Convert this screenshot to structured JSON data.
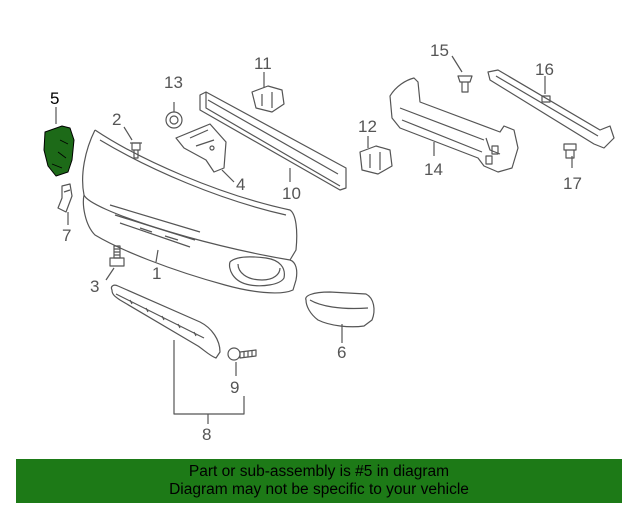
{
  "callouts": [
    {
      "id": "1",
      "label": "1"
    },
    {
      "id": "2",
      "label": "2"
    },
    {
      "id": "3",
      "label": "3"
    },
    {
      "id": "4",
      "label": "4"
    },
    {
      "id": "5",
      "label": "5"
    },
    {
      "id": "6",
      "label": "6"
    },
    {
      "id": "7",
      "label": "7"
    },
    {
      "id": "8",
      "label": "8"
    },
    {
      "id": "9",
      "label": "9"
    },
    {
      "id": "10",
      "label": "10"
    },
    {
      "id": "11",
      "label": "11"
    },
    {
      "id": "12",
      "label": "12"
    },
    {
      "id": "13",
      "label": "13"
    },
    {
      "id": "14",
      "label": "14"
    },
    {
      "id": "15",
      "label": "15"
    },
    {
      "id": "16",
      "label": "16"
    },
    {
      "id": "17",
      "label": "17"
    }
  ],
  "highlight": {
    "part": "5",
    "color": "#1d6a18"
  },
  "banner": {
    "line1": "Part or sub-assembly is #5 in diagram",
    "line2": "Diagram may not be specific to your vehicle",
    "background": "#1d7a17"
  },
  "colors": {
    "line": "#555555",
    "highlight": "#1d6a18"
  }
}
